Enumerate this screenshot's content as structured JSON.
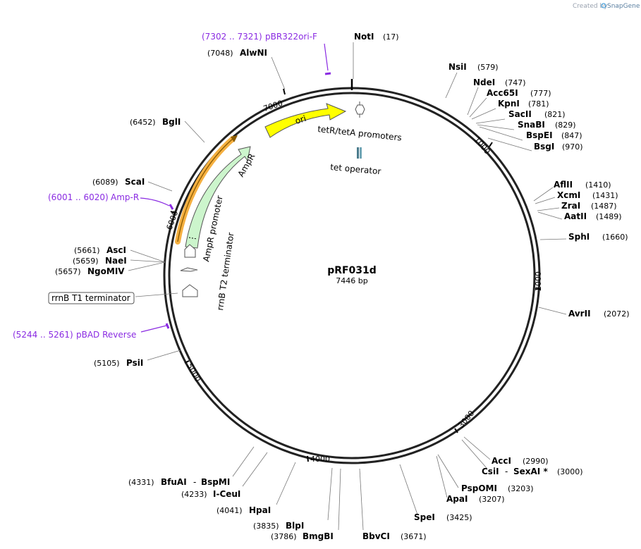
{
  "watermark": {
    "prefix": "Created by",
    "brand": "SnapGene"
  },
  "plasmid": {
    "name": "pRF031d",
    "length": "7446 bp"
  },
  "ruler_ticks": [
    "1000",
    "2000",
    "3000",
    "4000",
    "5000",
    "6000",
    "7000"
  ],
  "primers": [
    {
      "range": "(7302 .. 7321)",
      "name": "pBR322ori-F"
    },
    {
      "range": "(6001 .. 6020)",
      "name": "Amp-R"
    },
    {
      "range": "(5244 .. 5261)",
      "name": "pBAD Reverse"
    }
  ],
  "sites": {
    "NotI": {
      "name": "NotI",
      "pos": "(17)"
    },
    "NsiI": {
      "name": "NsiI",
      "pos": "(579)"
    },
    "NdeI": {
      "name": "NdeI",
      "pos": "(747)"
    },
    "Acc65I": {
      "name": "Acc65I",
      "pos": "(777)"
    },
    "KpnI": {
      "name": "KpnI",
      "pos": "(781)"
    },
    "SacII": {
      "name": "SacII",
      "pos": "(821)"
    },
    "SnaBI": {
      "name": "SnaBI",
      "pos": "(829)"
    },
    "BspEI": {
      "name": "BspEI",
      "pos": "(847)"
    },
    "BsgI": {
      "name": "BsgI",
      "pos": "(970)"
    },
    "AflII": {
      "name": "AflII",
      "pos": "(1410)"
    },
    "XcmI": {
      "name": "XcmI",
      "pos": "(1431)"
    },
    "ZraI": {
      "name": "ZraI",
      "pos": "(1487)"
    },
    "AatII": {
      "name": "AatII",
      "pos": "(1489)"
    },
    "SphI": {
      "name": "SphI",
      "pos": "(1660)"
    },
    "AvrII": {
      "name": "AvrII",
      "pos": "(2072)"
    },
    "AccI": {
      "name": "AccI",
      "pos": "(2990)"
    },
    "CsiI": {
      "name": "CsiI",
      "sep": "-",
      "name2": "SexAI *",
      "pos": "(3000)"
    },
    "PspOMI": {
      "name": "PspOMI",
      "pos": "(3203)"
    },
    "ApaI": {
      "name": "ApaI",
      "pos": "(3207)"
    },
    "SpeI": {
      "name": "SpeI",
      "pos": "(3425)"
    },
    "BbvCI": {
      "name": "BbvCI",
      "pos": "(3671)"
    },
    "BmgBI": {
      "name": "BmgBI",
      "pos": "(3786)"
    },
    "BlpI": {
      "name": "BlpI",
      "pos": "(3835)"
    },
    "HpaI": {
      "name": "HpaI",
      "pos": "(4041)"
    },
    "ICeuI": {
      "name": "I-CeuI",
      "pos": "(4233)"
    },
    "BfuAI": {
      "name": "BfuAI",
      "sep": "-",
      "name2": "BspMI",
      "pos": "(4331)"
    },
    "PsiI": {
      "name": "PsiI",
      "pos": "(5105)"
    },
    "AscI": {
      "name": "AscI",
      "pos": "(5661)"
    },
    "NaeI": {
      "name": "NaeI",
      "pos": "(5659)"
    },
    "NgoMIV": {
      "name": "NgoMIV",
      "pos": "(5657)"
    },
    "ScaI": {
      "name": "ScaI",
      "pos": "(6089)"
    },
    "BglI": {
      "name": "BglI",
      "pos": "(6452)"
    },
    "AlwNI": {
      "name": "AlwNI",
      "pos": "(7048)"
    }
  },
  "features": {
    "ori": "ori",
    "promoters": "tetR/tetA promoters",
    "operator": "tet operator",
    "ampr": "AmpR",
    "ampr_promoter": "AmpR promoter",
    "rrnb_t2": "rrnB T2 terminator",
    "rrnb_t1": "rrnB T1 terminator"
  },
  "colors": {
    "ori": "#ffff00",
    "ampr": "#ccf5cc",
    "primer": "#8a2be2",
    "highlight": "#f5b041",
    "operator": "#4a7b8c"
  }
}
